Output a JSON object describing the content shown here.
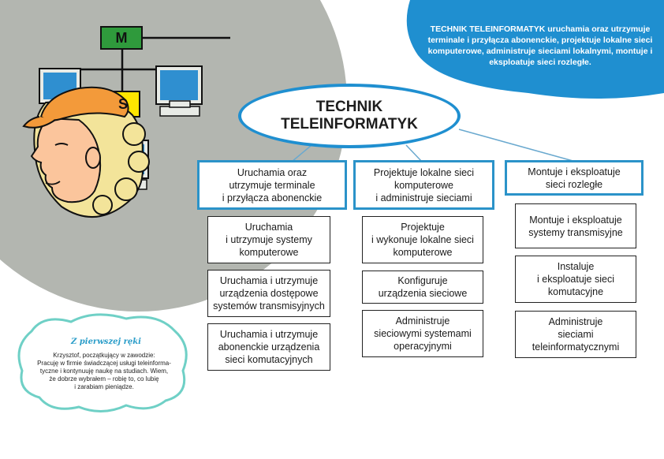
{
  "info_blob": {
    "text": "TECHNIK TELEINFORMATYK uruchamia oraz utrzymuje terminale i przyłącza abonenckie, projektuje lokalne sieci komputerowe, administruje sieciami lokalnymi, montuje i eksploatuje sieci rozległe."
  },
  "central": {
    "title": "TECHNIK\nTELEINFORMATYK"
  },
  "illustration": {
    "label_m": "M",
    "label_s": "S"
  },
  "columns": [
    {
      "header": "Uruchamia oraz\nutrzymuje terminale\ni przyłącza abonenckie",
      "items": [
        "Uruchamia\ni utrzymuje systemy\nkomputerowe",
        "Uruchamia i utrzymuje\nurządzenia dostępowe\nsystemów transmisyjnych",
        "Uruchamia i utrzymuje\nabonenckie urządzenia\nsieci komutacyjnych"
      ]
    },
    {
      "header": "Projektuje lokalne sieci\nkomputerowe\ni administruje sieciami",
      "items": [
        "Projektuje\ni wykonuje lokalne sieci\nkomputerowe",
        "Konfiguruje\nurządzenia sieciowe",
        "Administruje\nsieciowymi systemami\noperacyjnymi"
      ]
    },
    {
      "header": "Montuje i eksploatuje\nsieci rozległe",
      "items": [
        "Montuje i eksploatuje\nsystemy transmisyjne",
        "Instaluje\ni eksploatuje sieci\nkomutacyjne",
        "Administruje\nsieciami\nteleinformatycznymi"
      ]
    }
  ],
  "quote": {
    "title": "Z pierwszej ręki",
    "text": "Krzysztof, początkujący w zawodzie:\nPracuję w firmie świadczącej usługi teleinforma-\ntyczne i kontynuuję naukę na studiach. Wiem,\nże dobrze wybrałem – robię to, co lubię\ni zarabiam pieniądze."
  },
  "colors": {
    "accent_blue": "#1f8fd0",
    "box_blue": "#2b93c9",
    "gray_circle": "#b3b6b0",
    "monitor_green": "#2f9a3c",
    "label_yellow": "#ffe600"
  }
}
